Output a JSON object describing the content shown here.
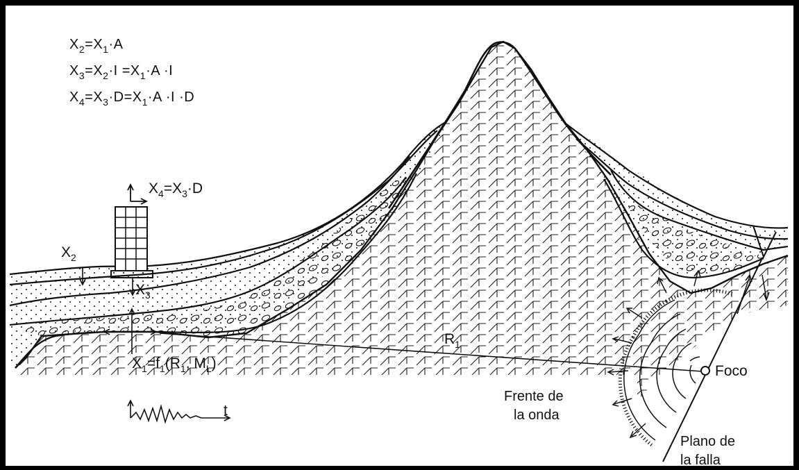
{
  "formulas": {
    "f1": {
      "main": "X",
      "sub": "2",
      "rest_a": "=X",
      "sub2": "1",
      "rest_b": "·A"
    },
    "f2": {
      "a": "X",
      "s1": "3",
      "b": "=X",
      "s2": "2",
      "c": "·I =X",
      "s3": "1",
      "d": "·A ·I"
    },
    "f3": {
      "a": "X",
      "s1": "4",
      "b": "=X",
      "s2": "3",
      "c": "·D=X",
      "s3": "1",
      "d": "·A ·I ·D"
    }
  },
  "building_label": {
    "a": "X",
    "s1": "4",
    "b": "=X",
    "s2": "3",
    "c": "·D"
  },
  "labels": {
    "x2": {
      "main": "X",
      "sub": "2"
    },
    "x3": {
      "main": "X",
      "sub": "3"
    },
    "x1": {
      "a": "X",
      "s1": "1",
      "b": "=f",
      "s2": "1",
      "c": "(R",
      "s3": "1",
      "d": ", M",
      "s4": "L",
      "e": ")"
    },
    "r1": {
      "main": "R",
      "sub": "1"
    },
    "time_axis": "t",
    "focus": "Foco",
    "wave_front_1": "Frente de",
    "wave_front_2": "la onda",
    "fault_plane_1": "Plano de",
    "fault_plane_2": "la falla"
  },
  "colors": {
    "ink": "#111111",
    "background": "#ffffff",
    "frame": "#000000"
  }
}
